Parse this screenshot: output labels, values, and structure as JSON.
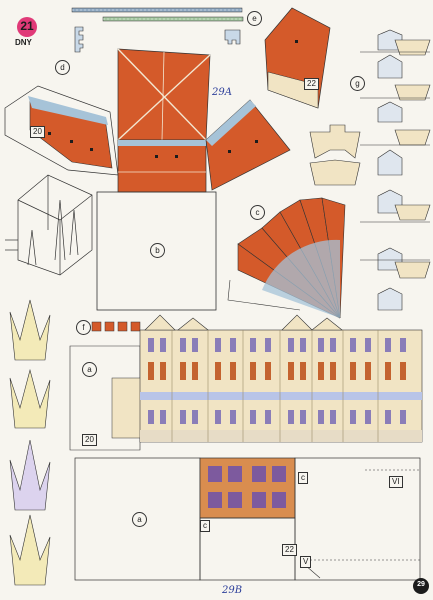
{
  "sheet": {
    "number": "21",
    "code": "DNY",
    "page_number": "29",
    "handwritten_labels": [
      "29A",
      "29B"
    ],
    "part_letters": [
      "a",
      "a",
      "b",
      "c",
      "c",
      "c",
      "d",
      "e",
      "f",
      "g"
    ],
    "part_numbers": [
      "20",
      "20",
      "22",
      "22",
      "VI",
      "V"
    ]
  },
  "colors": {
    "roof_orange": "#d45a2a",
    "roof_edge": "#a6c3d8",
    "badge_pink": "#e03a78",
    "wall_cream": "#f1e4c4",
    "window_purple": "#8a7db8",
    "ink_blue": "#2d3f9a"
  }
}
